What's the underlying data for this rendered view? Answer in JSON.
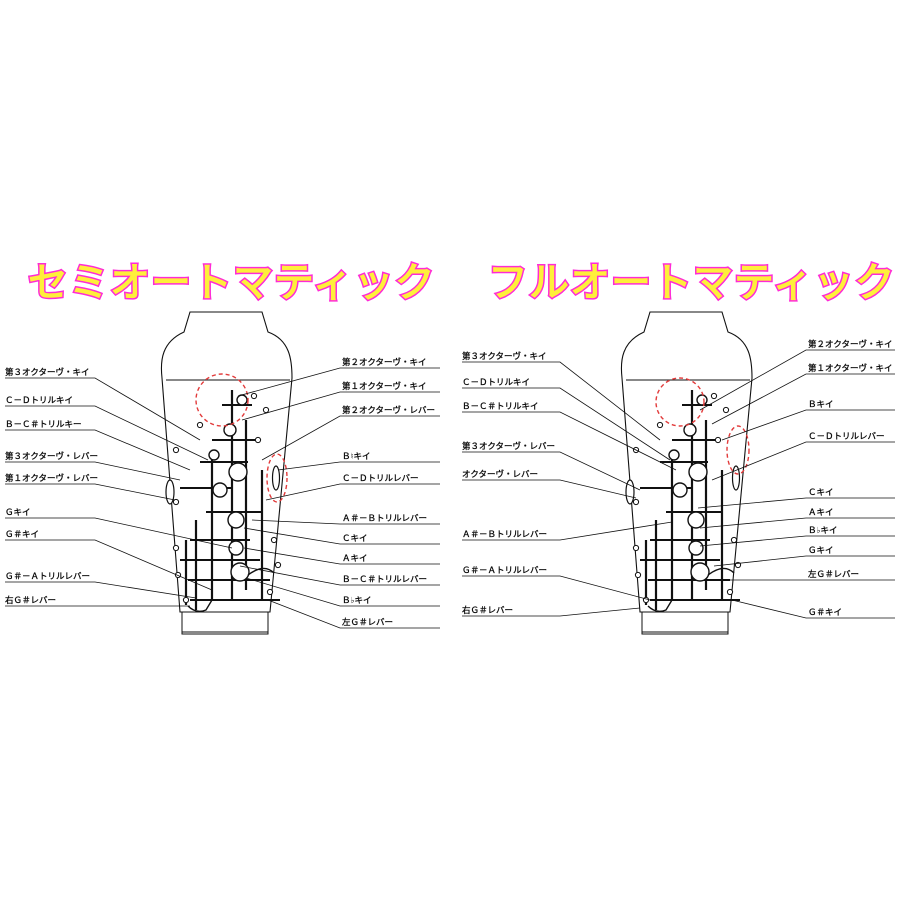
{
  "panels": [
    {
      "title": "セミオートマティック",
      "left_labels": [
        "第３オクターヴ・キイ",
        "Ｃ－Ｄトリルキイ",
        "Ｂ－Ｃ＃トリルキー",
        "第３オクターヴ・レバー",
        "第１オクターヴ・レバー",
        "Ｇキイ",
        "Ｇ＃キイ",
        "Ｇ＃－Ａトリルレバー",
        "右Ｇ＃レバー"
      ],
      "right_labels": [
        "第２オクターヴ・キイ",
        "第１オクターヴ・キイ",
        "第２オクターヴ・レバー",
        "Ｂ♮キイ",
        "Ｃ－Ｄトリルレバー",
        "Ａ＃－Ｂトリルレバー",
        "Ｃキイ",
        "Ａキイ",
        "Ｂ－Ｃ＃トリルレバー",
        "Ｂ♭キイ",
        "左Ｇ＃レバー"
      ]
    },
    {
      "title": "フルオートマティック",
      "left_labels": [
        "第３オクターヴ・キイ",
        "Ｃ－Ｄトリルキイ",
        "Ｂ－Ｃ＃トリルキイ",
        "第３オクターヴ・レバー",
        "オクターヴ・レバー",
        "Ａ＃－Ｂトリルレバー",
        "Ｇ＃－Ａトリルレバー",
        "右Ｇ＃レバー"
      ],
      "right_labels": [
        "第２オクターヴ・キイ",
        "第１オクターヴ・キイ",
        "Ｂキイ",
        "Ｃ－Ｄトリルレバー",
        "Ｃキイ",
        "Ａキイ",
        "Ｂ♭キイ",
        "Ｇキイ",
        "左Ｇ＃レバー",
        "Ｇ＃キイ"
      ]
    }
  ],
  "colors": {
    "title_fill": "#ffef3a",
    "title_stroke": "#ff2bd6",
    "highlight": "#e23b3b",
    "ink": "#111111"
  }
}
